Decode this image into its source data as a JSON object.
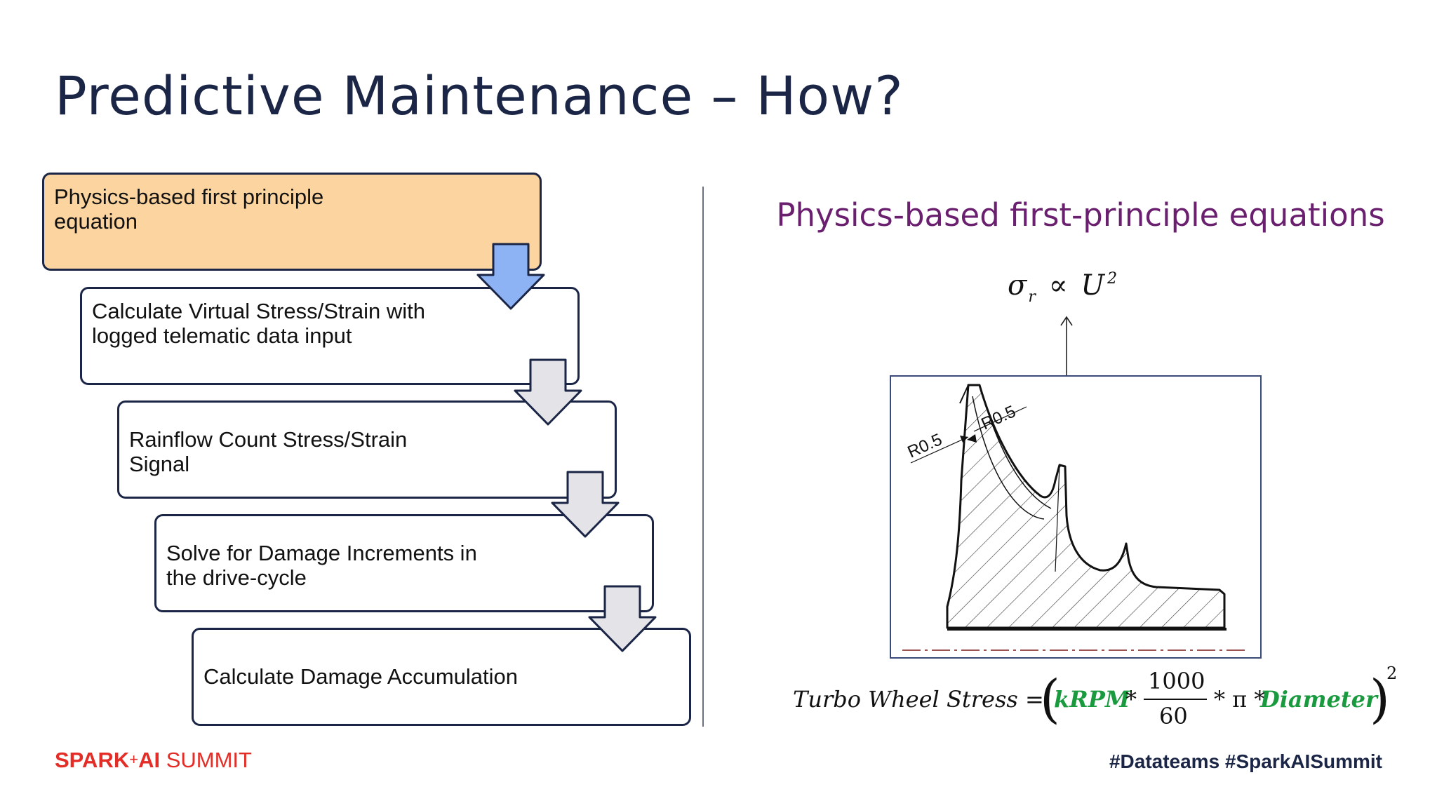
{
  "title": "Predictive Maintenance – How?",
  "flow": {
    "steps": [
      {
        "label": "Physics-based first principle\nequation"
      },
      {
        "label": "Calculate Virtual Stress/Strain with\nlogged telematic data input"
      },
      {
        "label": "Rainflow Count Stress/Strain\nSignal"
      },
      {
        "label": "Solve for Damage Increments in\nthe drive-cycle"
      },
      {
        "label": "Calculate Damage Accumulation"
      }
    ]
  },
  "right_panel": {
    "heading": "Physics-based first-principle equations",
    "relation": {
      "lhs": "σ",
      "lhs_sub": "r",
      "op": "∝",
      "rhs": "U",
      "rhs_sup": "2"
    },
    "drawing_labels": [
      "R0.5",
      "R0.5"
    ],
    "formula": {
      "lhs": "Turbo Wheel Stress =",
      "term1": "kRPM",
      "times": "*",
      "numerator": "1000",
      "denominator": "60",
      "pi_part": "* π *",
      "term2": "Diameter",
      "exponent": "2"
    }
  },
  "footer": {
    "brand_left": "SPARK",
    "brand_plus": "+",
    "brand_ai": "AI",
    "brand_summit": " SUMMIT",
    "hashtags": "#Datateams  #SparkAISummit"
  },
  "colors": {
    "first_box": "#fcd49f",
    "arrow_blue": "#8db3f5",
    "arrow_gray": "#e3e3e8",
    "heading_purple": "#6a1f6f",
    "green_terms": "#1a9a3e",
    "brand_red": "#e52d27"
  }
}
